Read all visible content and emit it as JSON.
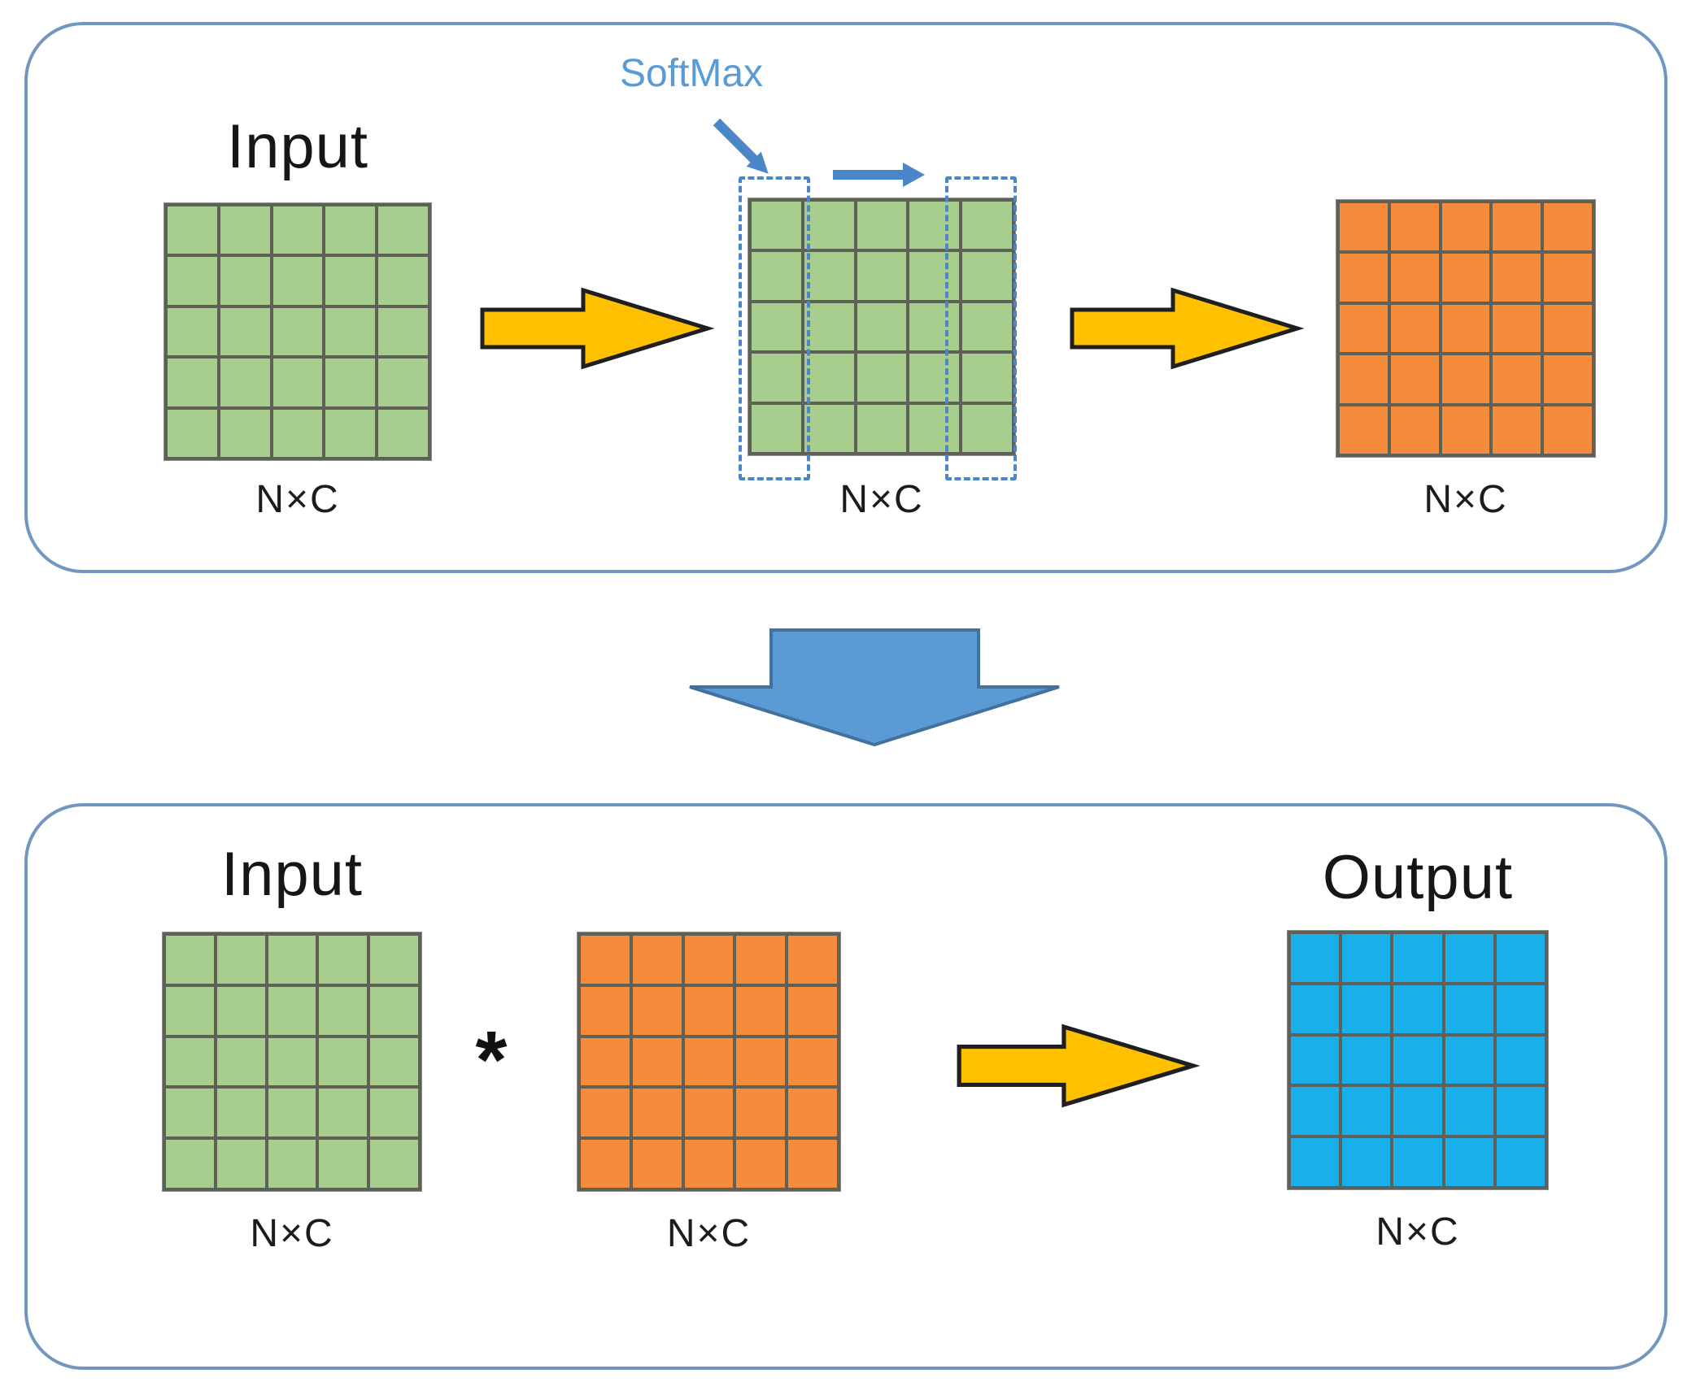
{
  "colors": {
    "panel_border": "#7097c0",
    "grid_line": "#5d6157",
    "green": "#a8ce8e",
    "orange": "#f58c3d",
    "cyan": "#18b0ea",
    "yellow_arrow_fill": "#ffc000",
    "yellow_arrow_stroke": "#1f1f1f",
    "blue_arrow_fill": "#5b9bd5",
    "blue_arrow_stroke": "#41719c",
    "accent_blue": "#4a86c8",
    "accent_blue_text": "#5b9bd5",
    "text": "#161616"
  },
  "grid": {
    "rows": 5,
    "cols": 5
  },
  "top_panel": {
    "input_label": "Input",
    "softmax_label": "SoftMax",
    "matrices": [
      {
        "id": "top-input-matrix",
        "color_key": "green",
        "dim_label": "N×C"
      },
      {
        "id": "softmax-matrix",
        "color_key": "green",
        "dim_label": "N×C"
      },
      {
        "id": "softmax-result-matrix",
        "color_key": "orange",
        "dim_label": "N×C"
      }
    ]
  },
  "bottom_panel": {
    "input_label": "Input",
    "output_label": "Output",
    "multiply_symbol": "*",
    "matrices": [
      {
        "id": "bottom-input-matrix",
        "color_key": "green",
        "dim_label": "N×C"
      },
      {
        "id": "bottom-weight-matrix",
        "color_key": "orange",
        "dim_label": "N×C"
      },
      {
        "id": "output-matrix",
        "color_key": "cyan",
        "dim_label": "N×C"
      }
    ]
  }
}
